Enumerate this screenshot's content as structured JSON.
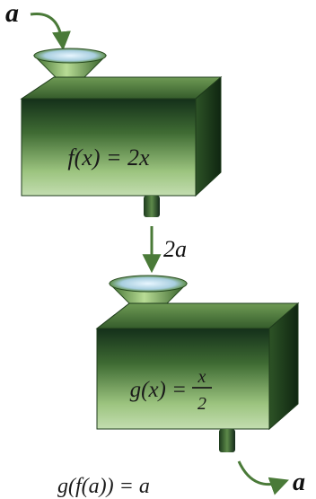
{
  "input_label": "a",
  "intermediate_label": "2a",
  "output_label": "a",
  "machine_f": {
    "formula": "f(x) = 2x"
  },
  "machine_g": {
    "formula_left": "g(x) =",
    "numerator": "x",
    "denominator": "2"
  },
  "composition_text": "g(f(a)) = a",
  "colors": {
    "box_light": "#a7c98a",
    "box_mid": "#5f8f45",
    "box_dark": "#153016",
    "funnel_light": "#c7e3a8",
    "funnel_dark": "#3d6a2c",
    "arrow": "#4a7a38"
  }
}
